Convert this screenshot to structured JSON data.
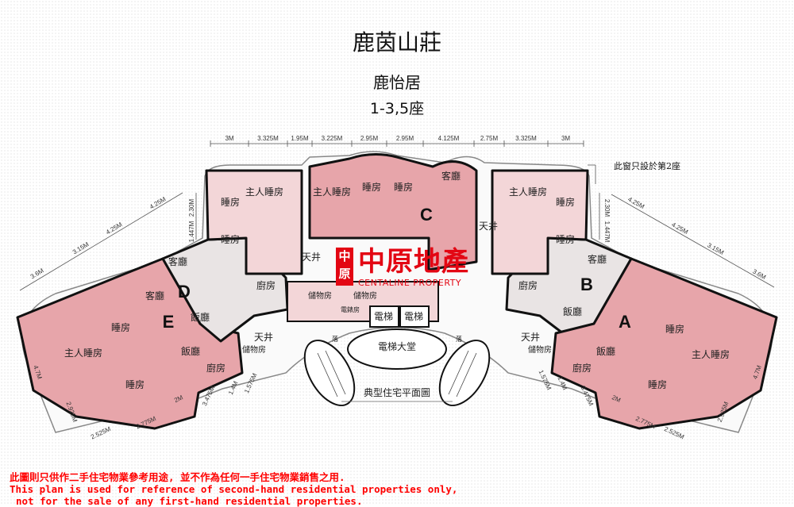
{
  "header": {
    "estate": "鹿茵山莊",
    "building": "鹿怡居",
    "blocks": "1-3,5座"
  },
  "top_dimensions": [
    "3M",
    "3.325M",
    "1.95M",
    "3.225M",
    "2.95M",
    "2.95M",
    "4.125M",
    "2.75M",
    "3.325M",
    "3M"
  ],
  "left_diagonal_dimensions": [
    "3.6M",
    "3.15M",
    "4.25M",
    "4.25M"
  ],
  "right_diagonal_dimensions": [
    "4.25M",
    "4.25M",
    "3.15M",
    "3.6M"
  ],
  "left_vertical_dimensions": [
    "2.30M",
    "1.447M"
  ],
  "right_vertical_dimensions": [
    "2.30M",
    "1.447M"
  ],
  "left_bottom_dimensions": [
    "4.7M",
    "2.925M",
    "2.525M",
    "2.775M",
    "2M",
    "3.475M",
    "1.4M",
    "1.575M"
  ],
  "right_bottom_dimensions": [
    "1.575M",
    "1.4M",
    "3.475M",
    "2M",
    "2.775M",
    "2.525M",
    "2.925M",
    "4.7M"
  ],
  "window_note": "此窗只設於第2座",
  "plan_caption": "典型住宅平面圖",
  "units": [
    "A",
    "B",
    "C",
    "D",
    "E"
  ],
  "rooms": {
    "living": "客廳",
    "dining": "飯廳",
    "bedroom": "睡房",
    "master": "主人睡房",
    "kitchen": "廚房",
    "store": "儲物房",
    "lightwell": "天井",
    "lift": "電梯",
    "lobby": "電梯大堂",
    "meter": "電錶房",
    "down": "落"
  },
  "logo": {
    "cn": "中原地產",
    "en": "CENTALINE PROPERTY",
    "mark": "中原"
  },
  "colors": {
    "unit_pink": "#e7a5aa",
    "brand_red": "#e30613",
    "disclaimer": "#ff0000"
  },
  "disclaimer": {
    "zh": "此圖則只供作二手住宅物業參考用途, 並不作為任何一手住宅物業銷售之用.",
    "en1": "This plan is used for reference of second-hand residential properties only,",
    "en2": "not for the sale of any first-hand residential properties."
  }
}
